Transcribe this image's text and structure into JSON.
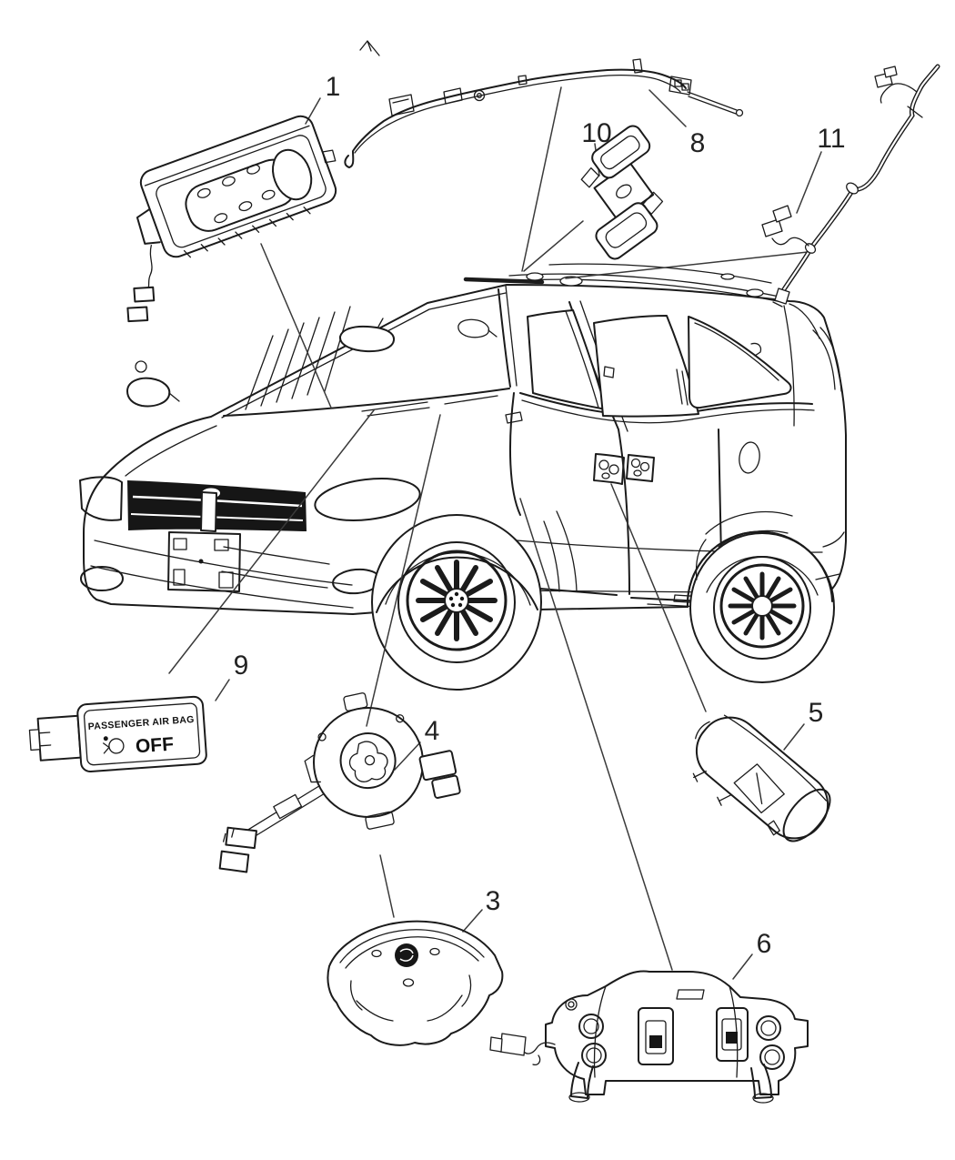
{
  "figure": {
    "background": "#ffffff",
    "line_color": "#1b1b1b",
    "leader_color": "#3a3a3a"
  },
  "callouts": [
    {
      "label": "1"
    },
    {
      "label": "3"
    },
    {
      "label": "4"
    },
    {
      "label": "5"
    },
    {
      "label": "6"
    },
    {
      "label": "8"
    },
    {
      "label": "9"
    },
    {
      "label": "10"
    },
    {
      "label": "11"
    }
  ],
  "indicator_badge": {
    "line1": "PASSENGER AIR BAG",
    "line2": "OFF",
    "icon": "airbag-warning-icon"
  },
  "parts": [
    {
      "number": "1",
      "icon": "instrument-panel-airbag-module-icon"
    },
    {
      "number": "3",
      "icon": "driver-airbag-cover-icon"
    },
    {
      "number": "4",
      "icon": "clockspring-icon"
    },
    {
      "number": "5",
      "icon": "side-airbag-module-icon"
    },
    {
      "number": "6",
      "icon": "occupant-restraint-module-icon"
    },
    {
      "number": "8",
      "icon": "side-curtain-airbag-icon"
    },
    {
      "number": "9",
      "icon": "passenger-airbag-off-indicator-icon"
    },
    {
      "number": "10",
      "icon": "mounting-bracket-icon"
    },
    {
      "number": "11",
      "icon": "wiring-harness-icon"
    }
  ]
}
